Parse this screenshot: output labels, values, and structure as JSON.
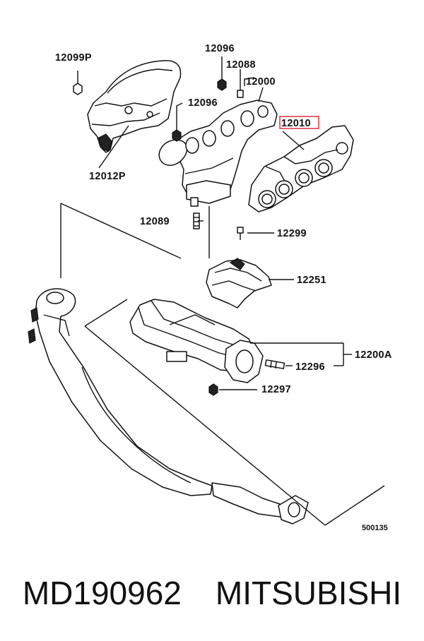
{
  "diagram": {
    "labels": {
      "p12099P": "12099P",
      "p12096a": "12096",
      "p12088": "12088",
      "p12000": "12000",
      "p12096b": "12096",
      "p12010": "12010",
      "p12012P": "12012P",
      "p12089": "12089",
      "p12299": "12299",
      "p12251": "12251",
      "p12200A": "12200A",
      "p12296": "12296",
      "p12297": "12297"
    },
    "highlight_color": "#e03040",
    "drawing_code": "500135"
  },
  "caption": {
    "part_number": "MD190962",
    "brand": "MITSUBISHI"
  }
}
